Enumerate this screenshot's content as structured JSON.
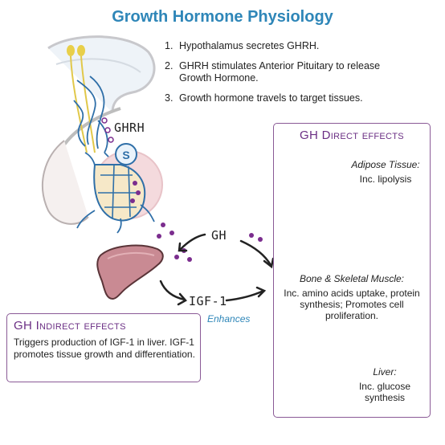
{
  "title": "Growth Hormone Physiology",
  "steps": [
    {
      "num": "1.",
      "text": "Hypothalamus secretes GHRH."
    },
    {
      "num": "2.",
      "text": "GHRH stimulates Anterior Pituitary to release Growth Hormone."
    },
    {
      "num": "3.",
      "text": "Growth hormone travels to target tissues."
    }
  ],
  "labels": {
    "ghrh": "GHRH",
    "gh": "GH",
    "igf1": "IGF-1",
    "enhances": "Enhances",
    "pituitary_symbol": "S"
  },
  "direct_effects": {
    "title": "GH Direct effects",
    "adipose": {
      "name": "Adipose Tissue:",
      "desc": "Inc. lipolysis"
    },
    "bone_muscle": {
      "name": "Bone & Skeletal Muscle:",
      "desc": "Inc. amino acids uptake, protein synthesis; Promotes cell proliferation."
    },
    "liver": {
      "name": "Liver:",
      "desc": "Inc. glucose synthesis"
    }
  },
  "indirect_effects": {
    "title": "GH Indirect effects",
    "desc": "Triggers production of IGF-1 in liver. IGF-1 promotes tissue growth and differentiation."
  },
  "colors": {
    "title_blue": "#2e86b8",
    "box_purple": "#8a5a96",
    "hormone_dot": "#7b2d8e",
    "liver_pink": "#c98a93"
  },
  "icons": [
    "brain-head-illustration",
    "pituitary-gland-illustration",
    "liver-icon",
    "fat-cell-icon",
    "bone-icon",
    "muscle-fiber-icon",
    "arrow-icon"
  ]
}
